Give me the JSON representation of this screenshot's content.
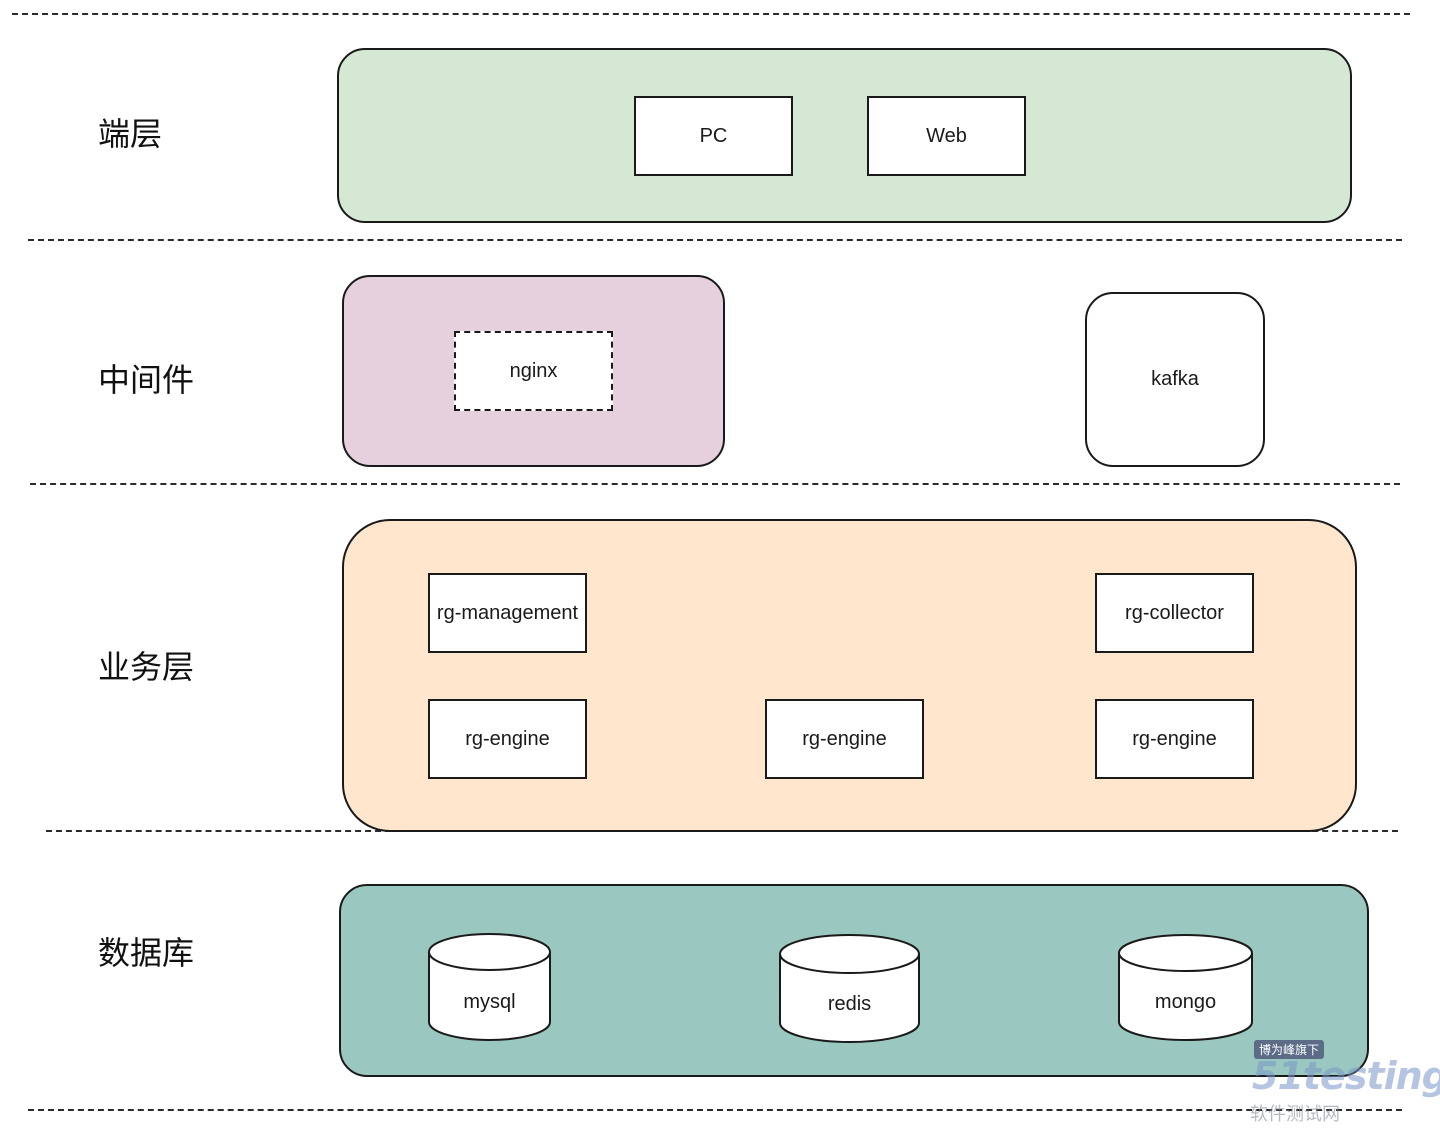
{
  "layers": [
    {
      "label": "端层",
      "color": "#d5e8d4"
    },
    {
      "label": "中间件",
      "color": "#e6d0de"
    },
    {
      "label": "业务层",
      "color": "#ffe6cc"
    },
    {
      "label": "数据库",
      "color": "#9ac7bf"
    }
  ],
  "client_layer": {
    "nodes": [
      "PC",
      "Web"
    ]
  },
  "middleware_layer": {
    "nginx": "nginx",
    "kafka": "kafka"
  },
  "business_layer": {
    "management": "rg-management",
    "collector": "rg-collector",
    "engines": [
      "rg-engine",
      "rg-engine",
      "rg-engine"
    ]
  },
  "database_layer": {
    "stores": [
      "mysql",
      "redis",
      "mongo"
    ]
  },
  "watermark": {
    "tag": "博为峰旗下",
    "brand": "51testing",
    "sub": "软件测试网"
  }
}
